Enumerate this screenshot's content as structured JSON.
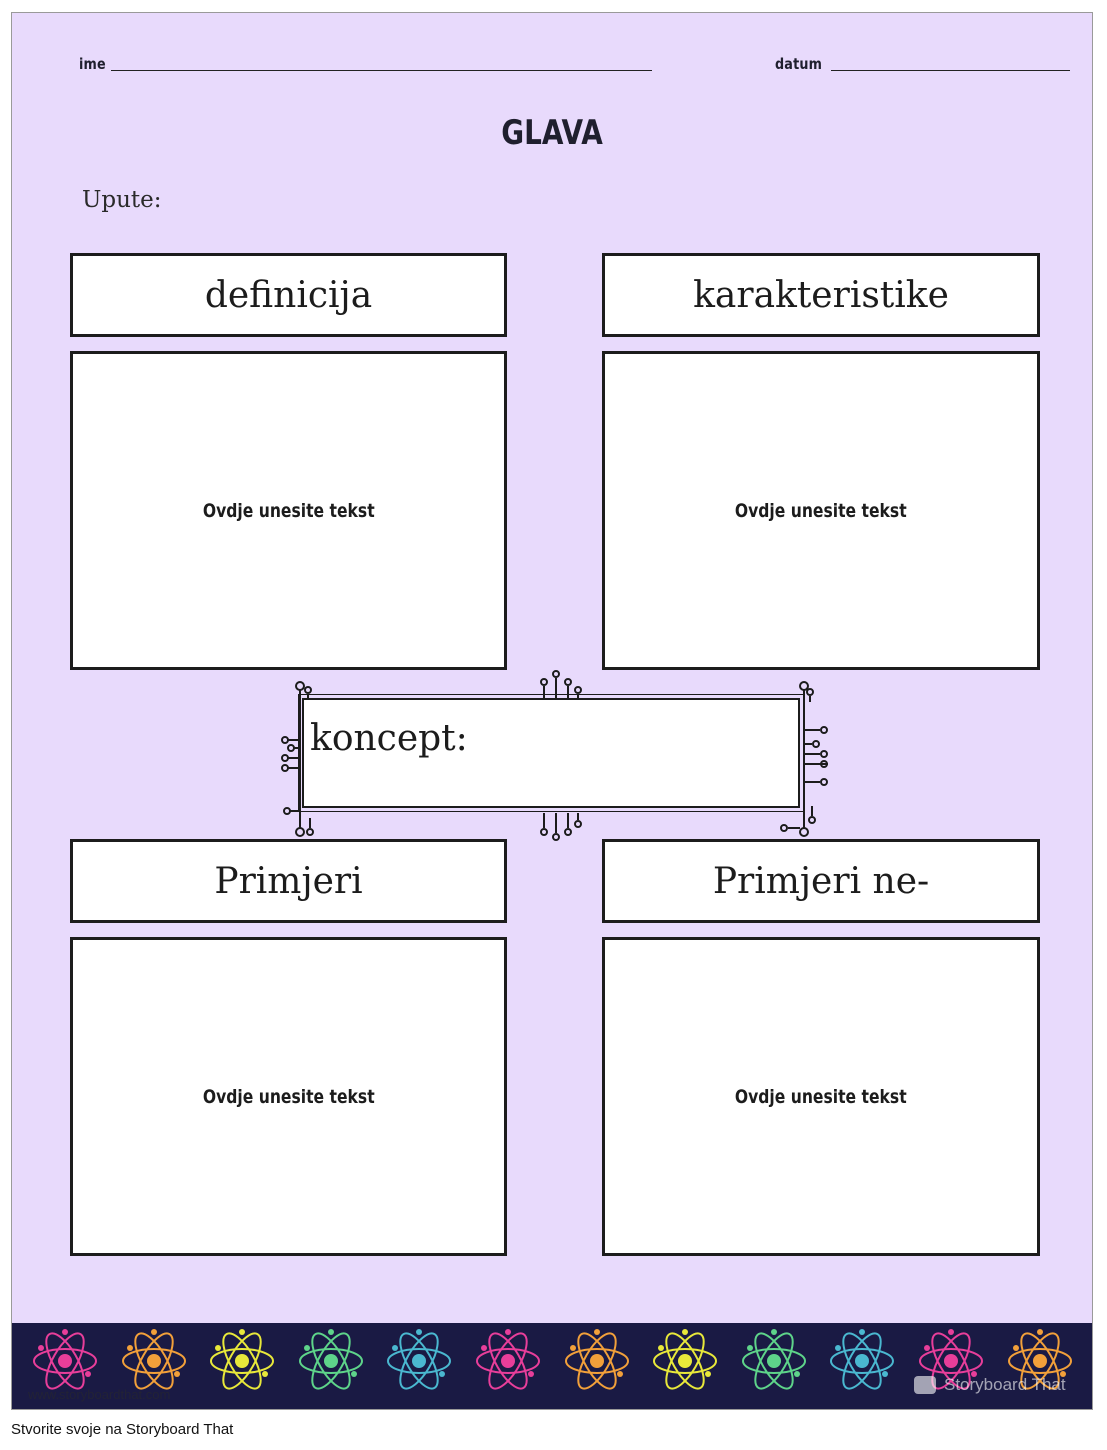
{
  "worksheet": {
    "name_label": "ime",
    "date_label": "datum",
    "title": "GLAVA",
    "instructions_label": "Upute:",
    "sections": {
      "definition": {
        "heading": "definicija",
        "placeholder": "Ovdje unesite tekst"
      },
      "characteristics": {
        "heading": "karakteristike",
        "placeholder": "Ovdje unesite tekst"
      },
      "examples": {
        "heading": "Primjeri",
        "placeholder": "Ovdje unesite tekst"
      },
      "non_examples": {
        "heading": "Primjeri ne-",
        "placeholder": "Ovdje unesite tekst"
      }
    },
    "concept_label": "koncept:"
  },
  "footer": {
    "atom_icon": "atom-icon",
    "atom_colors": [
      "#e83e9a",
      "#f2a03a",
      "#e8e83a",
      "#5ed48a",
      "#4ab8d0",
      "#e83e9a",
      "#f2a03a",
      "#e8e83a",
      "#5ed48a",
      "#4ab8d0",
      "#e83e9a",
      "#f2a03a"
    ],
    "watermark_left": "www.storyboardthat.com",
    "watermark_right": "Storyboard That"
  },
  "credit": "Stvorite svoje na Storyboard That",
  "colors": {
    "page_background": "#e8dafc",
    "footer_band": "#1a1a44",
    "border": "#1c1c1c"
  }
}
